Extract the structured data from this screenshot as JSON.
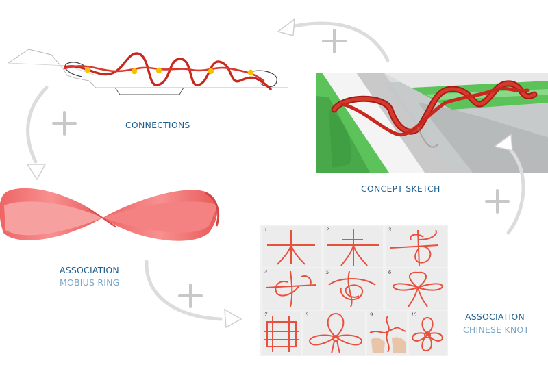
{
  "labels": {
    "connections": "CONNECTIONS",
    "concept_sketch": "CONCEPT SKETCH",
    "association_mobius": "ASSOCIATION",
    "mobius_ring": "MOBIUS RING",
    "association_knot": "ASSOCIATION",
    "chinese_knot": "CHINESE KNOT"
  },
  "knot_steps": [
    "1",
    "2",
    "3",
    "4",
    "5",
    "6",
    "7",
    "8",
    "9",
    "10"
  ],
  "colors": {
    "rope": "#e8503e",
    "ribbon": "#f07070",
    "tube": "#c8281e",
    "grass": "#5cc25a",
    "label_primary": "#1d5f8f",
    "label_secondary": "#7aa6c6",
    "joint": "#f2c200"
  }
}
